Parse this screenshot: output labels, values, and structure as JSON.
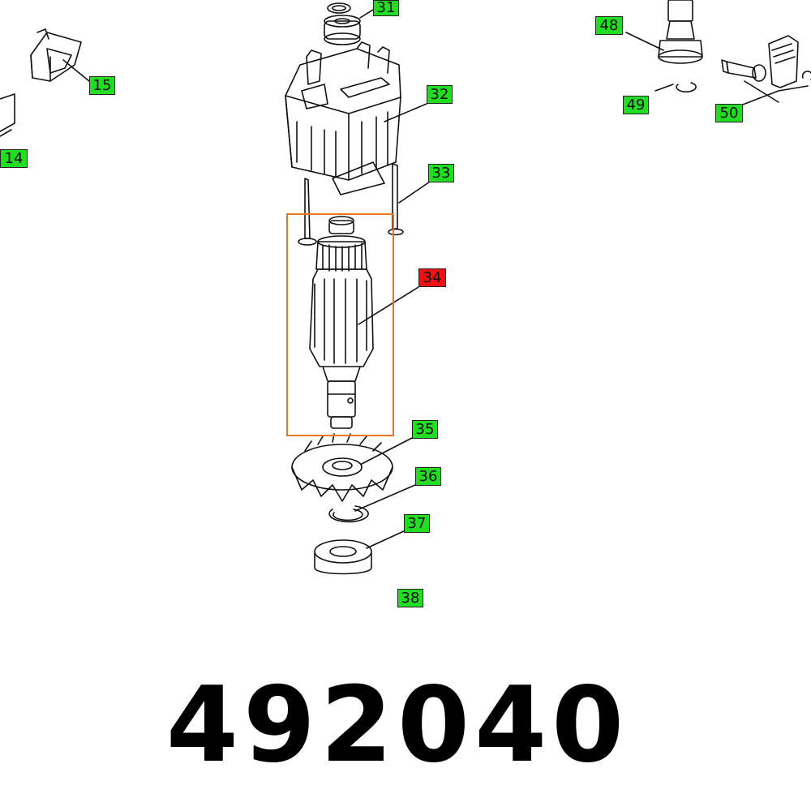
{
  "part_number": "492040",
  "highlight_color": "#e87722",
  "callouts": [
    {
      "id": "14",
      "status": "normal"
    },
    {
      "id": "15",
      "status": "normal"
    },
    {
      "id": "31",
      "status": "normal"
    },
    {
      "id": "32",
      "status": "normal"
    },
    {
      "id": "33",
      "status": "normal"
    },
    {
      "id": "34",
      "status": "selected"
    },
    {
      "id": "35",
      "status": "normal"
    },
    {
      "id": "36",
      "status": "normal"
    },
    {
      "id": "37",
      "status": "normal"
    },
    {
      "id": "38",
      "status": "normal"
    },
    {
      "id": "48",
      "status": "normal"
    },
    {
      "id": "49",
      "status": "normal"
    },
    {
      "id": "50",
      "status": "normal"
    }
  ],
  "colors": {
    "callout_normal": "#22dd22",
    "callout_selected": "#ee1111"
  }
}
